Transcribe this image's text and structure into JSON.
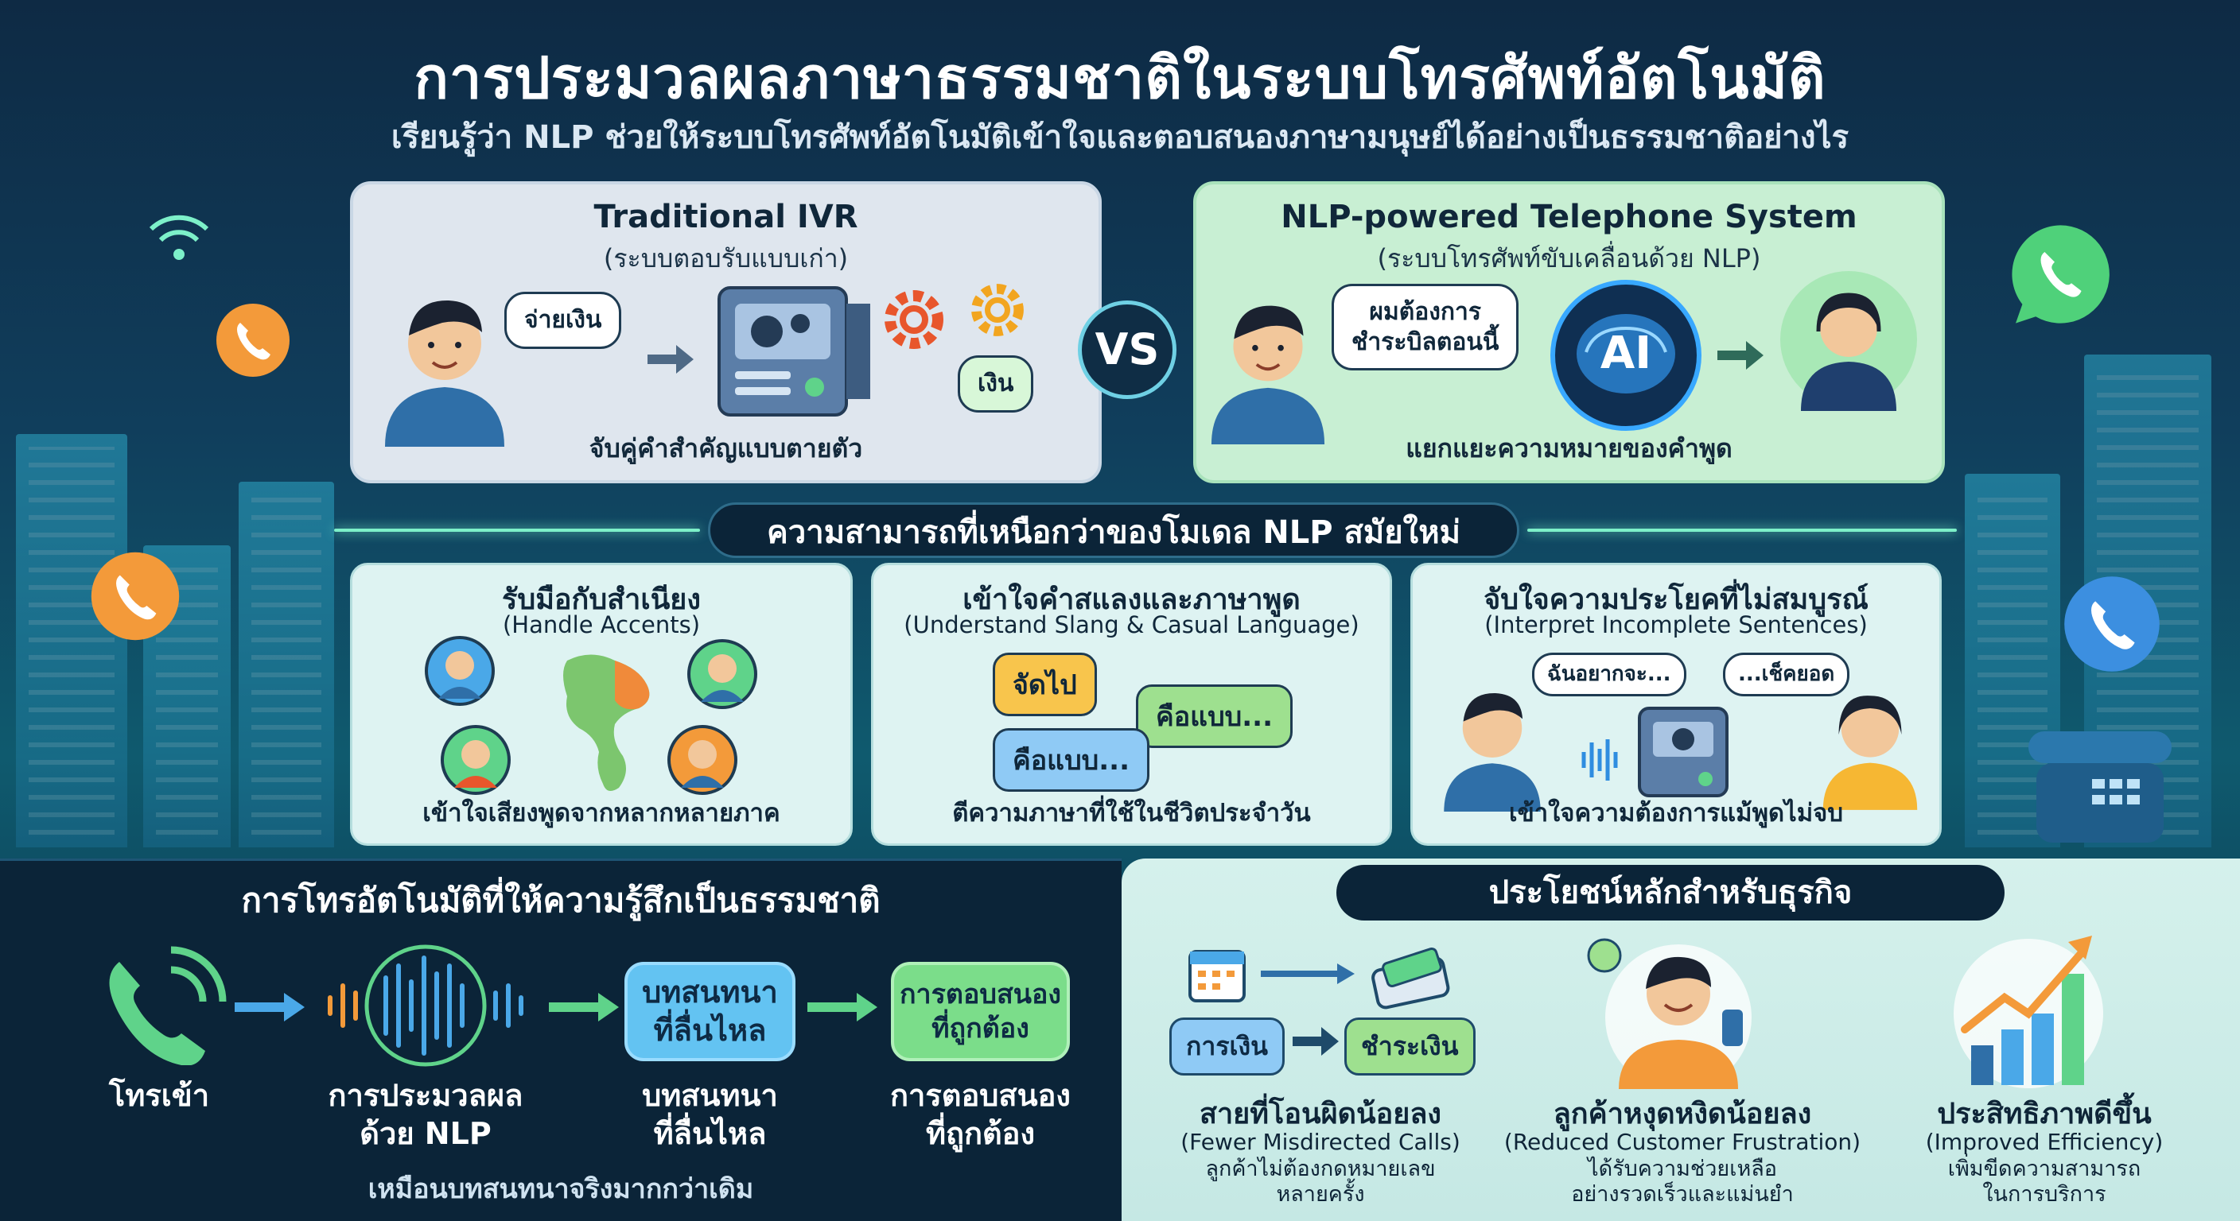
{
  "header": {
    "title": "การประมวลผลภาษาธรรมชาติในระบบโทรศัพท์อัตโนมัติ",
    "subtitle": "เรียนรู้ว่า NLP ช่วยให้ระบบโทรศัพท์อัตโนมัติเข้าใจและตอบสนองภาษามนุษย์ได้อย่างเป็นธรรมชาติอย่างไร"
  },
  "compare": {
    "vs": "VS",
    "ivr": {
      "title": "Traditional IVR",
      "subtitle": "(ระบบตอบรับแบบเก่า)",
      "speech": "จ่ายเงิน",
      "keyword": "เงิน",
      "caption": "จับคู่คำสำคัญแบบตายตัว"
    },
    "nlp": {
      "title": "NLP-powered Telephone System",
      "subtitle": "(ระบบโทรศัพท์ขับเคลื่อนด้วย NLP)",
      "speech_line1": "ผมต้องการ",
      "speech_line2": "ชำระบิลตอนนี้",
      "ai_label": "AI",
      "caption": "แยกแยะความหมายของคำพูด"
    }
  },
  "abilities": {
    "band_title": "ความสามารถที่เหนือกว่าของโมเดล NLP สมัยใหม่",
    "cards": [
      {
        "title": "รับมือกับสำเนียง",
        "subtitle": "(Handle Accents)",
        "caption": "เข้าใจเสียงพูดจากหลากหลายภาค"
      },
      {
        "title": "เข้าใจคำสแลงและภาษาพูด",
        "subtitle": "(Understand Slang & Casual Language)",
        "caption": "ตีความภาษาที่ใช้ในชีวิตประจำวัน",
        "bubbles": [
          "จัดไป",
          "คือแบบ...",
          "คือแบบ..."
        ]
      },
      {
        "title": "จับใจความประโยคที่ไม่สมบูรณ์",
        "subtitle": "(Interpret Incomplete Sentences)",
        "caption": "เข้าใจความต้องการแม้พูดไม่จบ",
        "bubble_left": "ฉันอยากจะ...",
        "bubble_right": "...เช็คยอด"
      }
    ]
  },
  "flow": {
    "title": "การโทรอัตโนมัติที่ให้ความรู้สึกเป็นธรรมชาติ",
    "steps": [
      {
        "label": "โทรเข้า"
      },
      {
        "label_line1": "การประมวลผล",
        "label_line2": "ด้วย NLP"
      },
      {
        "box_line1": "บทสนทนา",
        "box_line2": "ที่ลื่นไหล",
        "label_line1": "บทสนทนา",
        "label_line2": "ที่ลื่นไหล"
      },
      {
        "box_line1": "การตอบสนอง",
        "box_line2": "ที่ถูกต้อง",
        "label_line1": "การตอบสนอง",
        "label_line2": "ที่ถูกต้อง"
      }
    ],
    "note": "เหมือนบทสนทนาจริงมากกว่าเดิม"
  },
  "benefits": {
    "title": "ประโยชน์หลักสำหรับธุรกิจ",
    "pill_from": "การเงิน",
    "pill_to": "ชำระเงิน",
    "items": [
      {
        "title": "สายที่โอนผิดน้อยลง",
        "subtitle": "(Fewer Misdirected Calls)",
        "desc_line1": "ลูกค้าไม่ต้องกดหมายเลข",
        "desc_line2": "หลายครั้ง"
      },
      {
        "title": "ลูกค้าหงุดหงิดน้อยลง",
        "subtitle": "(Reduced Customer Frustration)",
        "desc_line1": "ได้รับความช่วยเหลือ",
        "desc_line2": "อย่างรวดเร็วและแม่นยำ"
      },
      {
        "title": "ประสิทธิภาพดีขึ้น",
        "subtitle": "(Improved Efficiency)",
        "desc_line1": "เพิ่มขีดความสามารถ",
        "desc_line2": "ในการบริการ"
      }
    ]
  },
  "colors": {
    "accent_green": "#5fd38a",
    "accent_blue": "#4aa8e8",
    "accent_orange": "#f39a3a",
    "navy": "#0b2438"
  }
}
